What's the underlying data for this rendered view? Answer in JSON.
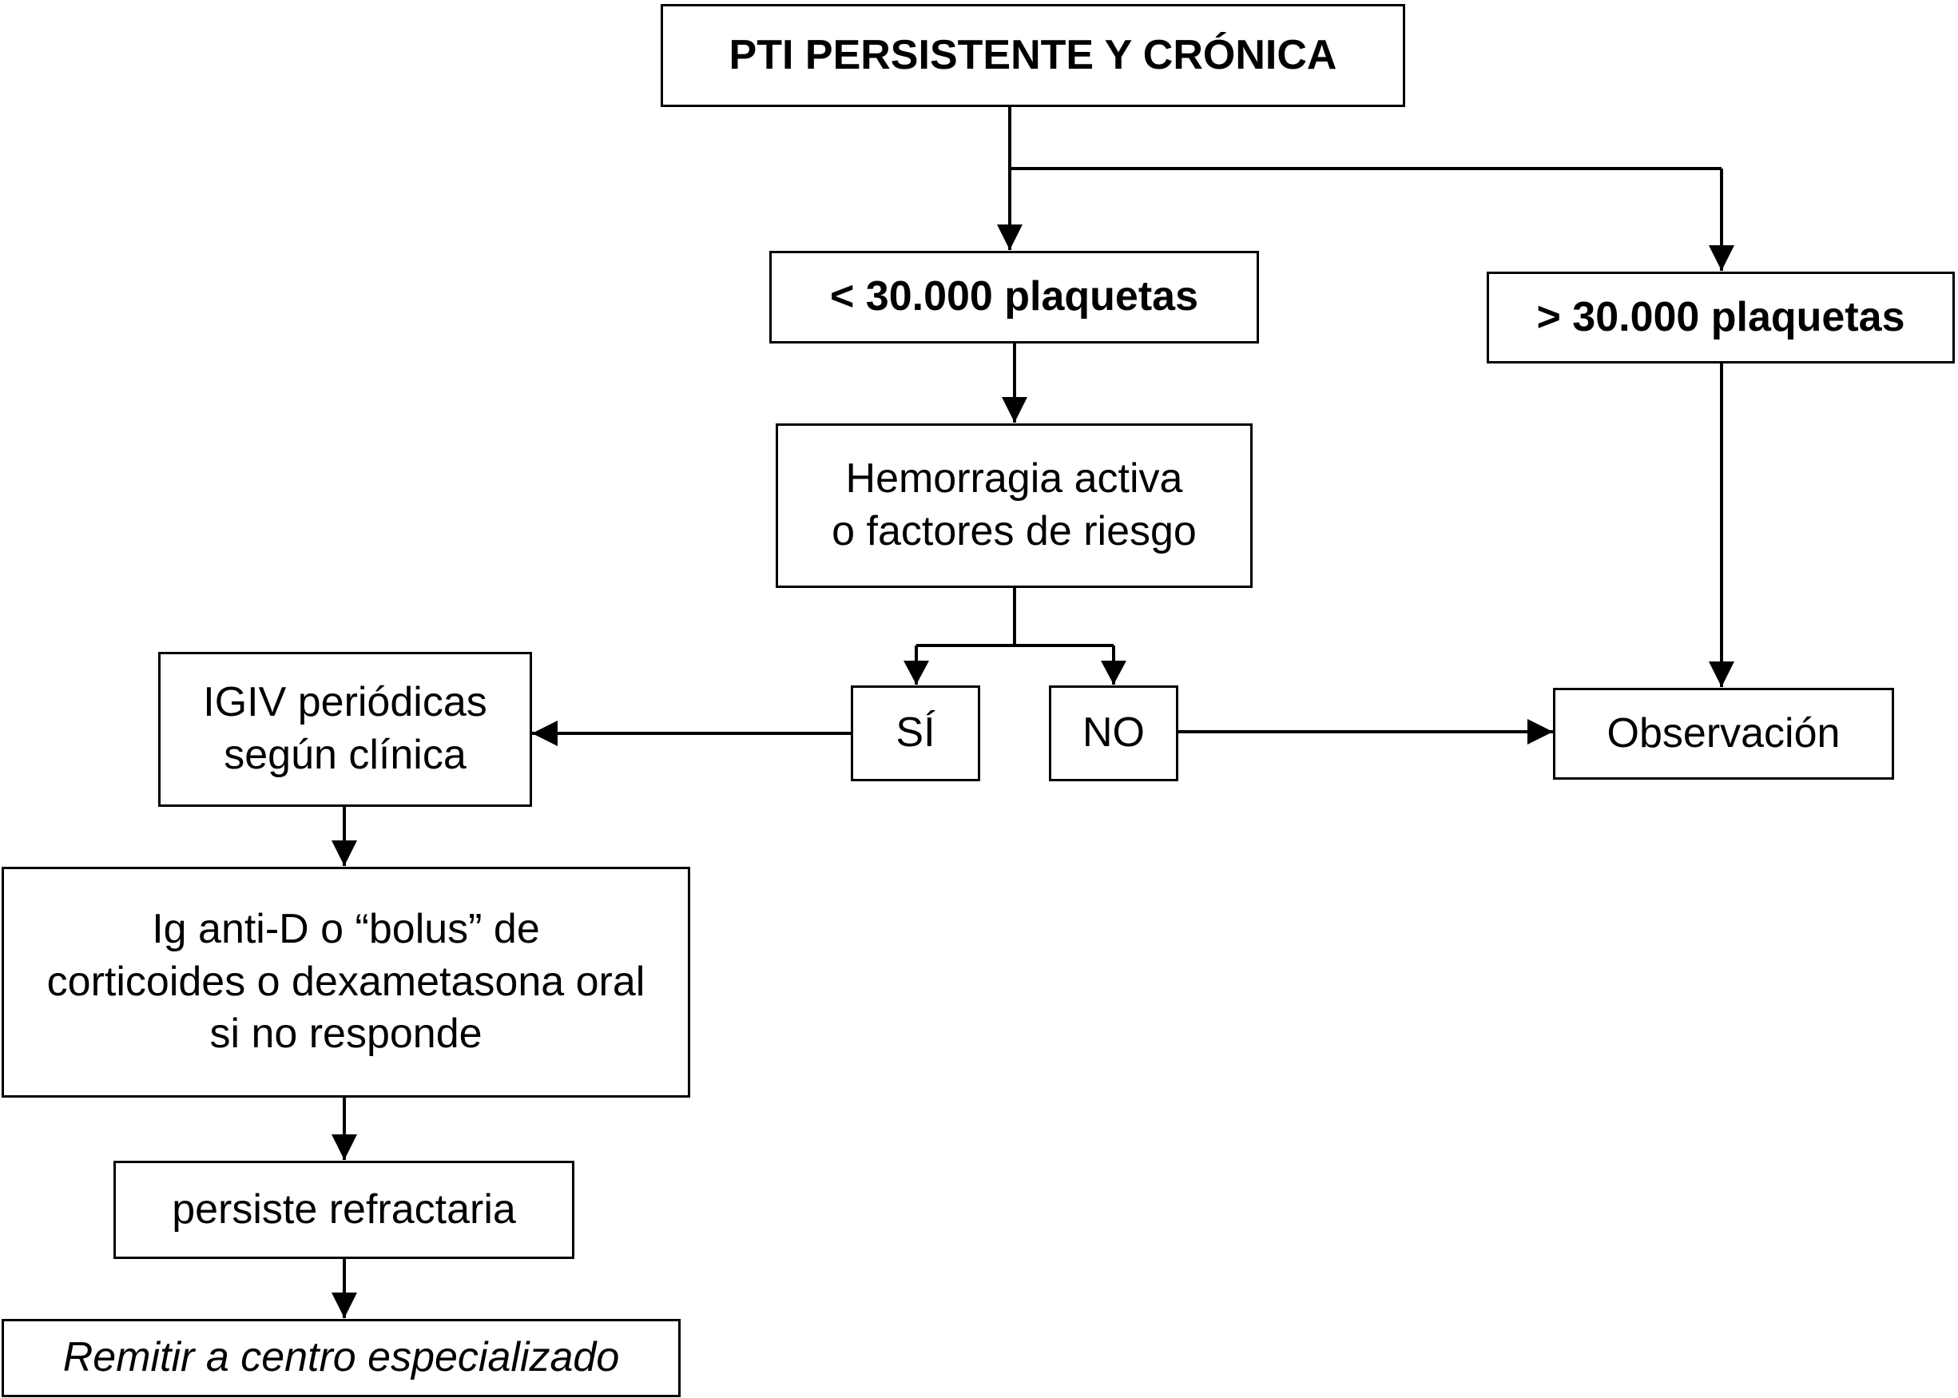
{
  "diagram": {
    "type": "flowchart",
    "nodes": {
      "root": "PTI PERSISTENTE Y CRÓNICA",
      "low_platelets": "< 30.000 plaquetas",
      "high_platelets": "> 30.000 plaquetas",
      "bleeding": "Hemorragia activa\no factores de riesgo",
      "yes": "SÍ",
      "no": "NO",
      "observation": "Observación",
      "igiv": "IGIV periódicas\nsegún clínica",
      "anti_d": "Ig anti-D o “bolus” de\ncorticoides o dexametasona oral\nsi no responde",
      "refractory": "persiste refractaria",
      "refer": "Remitir a centro especializado"
    },
    "edges": [
      [
        "root",
        "low_platelets"
      ],
      [
        "root",
        "high_platelets"
      ],
      [
        "low_platelets",
        "bleeding"
      ],
      [
        "bleeding",
        "yes"
      ],
      [
        "bleeding",
        "no"
      ],
      [
        "yes",
        "igiv"
      ],
      [
        "no",
        "observation"
      ],
      [
        "high_platelets",
        "observation"
      ],
      [
        "igiv",
        "anti_d"
      ],
      [
        "anti_d",
        "refractory"
      ],
      [
        "refractory",
        "refer"
      ]
    ]
  },
  "colors": {
    "line": "#000000",
    "background": "#ffffff"
  }
}
